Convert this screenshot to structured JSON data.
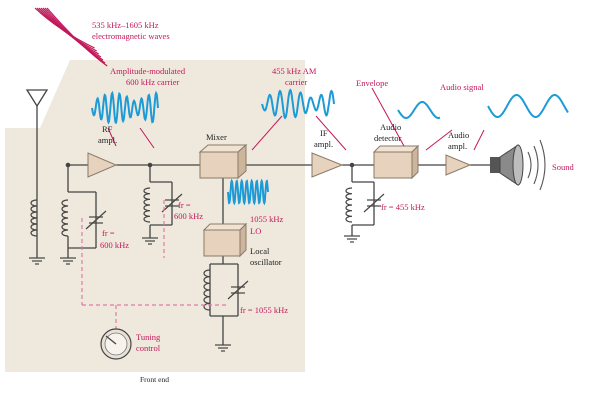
{
  "colors": {
    "front_end_panel": "#efe9dd",
    "wire": "#444444",
    "wave_blue": "#1e9bd7",
    "label_magenta": "#c2185b",
    "block_fill": "#e6d2bd",
    "dashed": "#e07aa6"
  },
  "labels": {
    "em_waves_line1": "535 kHz–1605 kHz",
    "em_waves_line2": "electromagnetic waves",
    "am_carrier_line1": "Amplitude-modulated",
    "am_carrier_line2": "600 kHz carrier",
    "if_carrier_line1": "455 kHz AM",
    "if_carrier_line2": "carrier",
    "envelope": "Envelope",
    "audio_signal": "Audio signal",
    "rf_ampl_line1": "RF",
    "rf_ampl_line2": "ampl.",
    "mixer": "Mixer",
    "if_ampl_line1": "IF",
    "if_ampl_line2": "ampl.",
    "audio_detector_line1": "Audio",
    "audio_detector_line2": "detector",
    "audio_ampl_line1": "Audio",
    "audio_ampl_line2": "ampl.",
    "sound": "Sound",
    "fr_rf_line1": "fr =",
    "fr_rf_line2": "600 kHz",
    "fr_mid_line1": "fr =",
    "fr_mid_line2": "600 kHz",
    "fr_if": "fr = 455 kHz",
    "lo_freq_line1": "1055 kHz",
    "lo_freq_line2": "LO",
    "local_osc_line1": "Local",
    "local_osc_line2": "oscillator",
    "fr_lo": "fr = 1055 kHz",
    "tuning_line1": "Tuning",
    "tuning_line2": "control",
    "front_end": "Front end"
  }
}
